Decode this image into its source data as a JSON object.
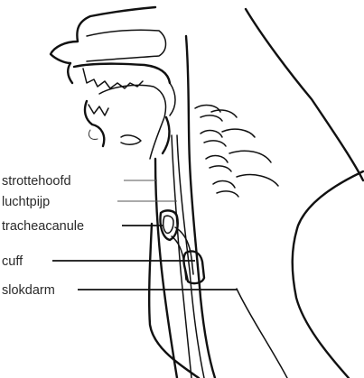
{
  "labels": {
    "larynx": "strottehoofd",
    "trachea": "luchtpijp",
    "tracheal_cannula": "tracheacanule",
    "cuff": "cuff",
    "esophagus": "slokdarm"
  }
}
